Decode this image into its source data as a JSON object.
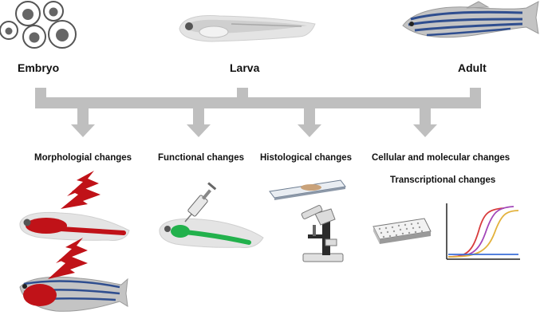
{
  "stages": {
    "embryo": "Embryo",
    "larva": "Larva",
    "adult": "Adult"
  },
  "categories": {
    "morphological": "Morphologial changes",
    "functional": "Functional changes",
    "histological": "Histological changes",
    "cellular": "Cellular and molecular changes",
    "transcriptional": "Transcriptional changes"
  },
  "colors": {
    "connector": "#bfbfbf",
    "lesion": "#c01218",
    "injection": "#22b14c",
    "curve_red": "#d83b3b",
    "curve_purple": "#a246b8",
    "curve_yellow": "#e3b23c",
    "curve_blue": "#3b6fd8",
    "fish_stripe": "#2f4e8f"
  },
  "icons": [
    "embryo-cluster-icon",
    "larva-icon",
    "adult-zebrafish-icon",
    "lightning-bolt-icon",
    "syringe-icon",
    "microscope-slide-icon",
    "microscope-icon",
    "well-plate-icon",
    "qpcr-curves-icon"
  ]
}
